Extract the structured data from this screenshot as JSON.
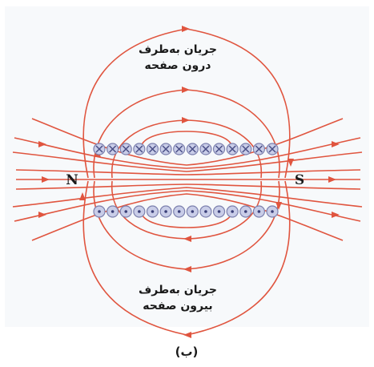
{
  "labels": {
    "north": "N",
    "south": "S",
    "top_caption_line1": "جریان به‌طرف",
    "top_caption_line2": "درون صفحه",
    "bottom_caption_line1": "جریان به‌طرف",
    "bottom_caption_line2": "بیرون صفحه",
    "figure_label": "(ب)"
  },
  "colors": {
    "field_line": "#e0553f",
    "coil_fill": "#c9cde8",
    "coil_stroke": "#7c80ae",
    "background": "#f7f9fb"
  },
  "symbols": {
    "top_row": "into-page-cross-icon",
    "bottom_row": "out-of-page-dot-icon",
    "top_row_count": 14,
    "bottom_row_count": 14
  }
}
